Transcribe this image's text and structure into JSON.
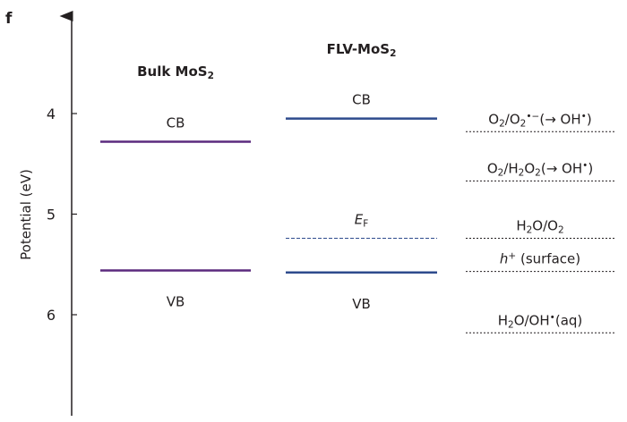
{
  "panel_label": "f",
  "chart_data": {
    "type": "energy-level-diagram",
    "ylabel": "Potential (eV)",
    "yticks": [
      4,
      5,
      6
    ],
    "ylim": [
      3.0,
      7.05
    ],
    "y_inverted": true,
    "colors": {
      "bulk": "#5b2a7e",
      "flv": "#2e4b8d",
      "text": "#231f20"
    },
    "columns": [
      {
        "key": "bulk",
        "title": [
          {
            "t": "Bulk MoS"
          },
          {
            "t": "2",
            "sub": true
          }
        ],
        "levels": [
          {
            "name": "CB",
            "label": "CB",
            "value": 4.28,
            "label_pos": "above"
          },
          {
            "name": "VB",
            "label": "VB",
            "value": 5.56,
            "label_pos": "below"
          }
        ]
      },
      {
        "key": "flv",
        "title": [
          {
            "t": "FLV-MoS"
          },
          {
            "t": "2",
            "sub": true
          }
        ],
        "levels": [
          {
            "name": "CB",
            "label": "CB",
            "value": 4.05,
            "label_pos": "above"
          },
          {
            "name": "EF",
            "label": "E",
            "label_sub": "F",
            "value": 5.24,
            "label_pos": "above",
            "dashed": true
          },
          {
            "name": "VB",
            "label": "VB",
            "value": 5.58,
            "label_pos": "below"
          }
        ]
      }
    ],
    "redox_potentials": [
      {
        "value": 4.18,
        "label": [
          {
            "t": "O"
          },
          {
            "t": "2",
            "sub": true
          },
          {
            "t": "/O"
          },
          {
            "t": "2",
            "sub": true
          },
          {
            "t": "•−",
            "sup": true
          },
          {
            "t": "(→ OH"
          },
          {
            "t": "•",
            "sup": true
          },
          {
            "t": ")"
          }
        ]
      },
      {
        "value": 4.67,
        "label": [
          {
            "t": "O"
          },
          {
            "t": "2",
            "sub": true
          },
          {
            "t": "/H"
          },
          {
            "t": "2",
            "sub": true
          },
          {
            "t": "O"
          },
          {
            "t": "2",
            "sub": true
          },
          {
            "t": "(→ OH"
          },
          {
            "t": "•",
            "sup": true
          },
          {
            "t": ")"
          }
        ]
      },
      {
        "value": 5.24,
        "label": [
          {
            "t": "H"
          },
          {
            "t": "2",
            "sub": true
          },
          {
            "t": "O/O"
          },
          {
            "t": "2",
            "sub": true
          }
        ]
      },
      {
        "value": 5.57,
        "label": [
          {
            "t": "h",
            "italic": true
          },
          {
            "t": "+",
            "sup": true
          },
          {
            "t": " (surface)"
          }
        ]
      },
      {
        "value": 6.18,
        "label": [
          {
            "t": "H"
          },
          {
            "t": "2",
            "sub": true
          },
          {
            "t": "O/OH"
          },
          {
            "t": "•",
            "sup": true
          },
          {
            "t": "(aq)"
          }
        ]
      }
    ]
  }
}
